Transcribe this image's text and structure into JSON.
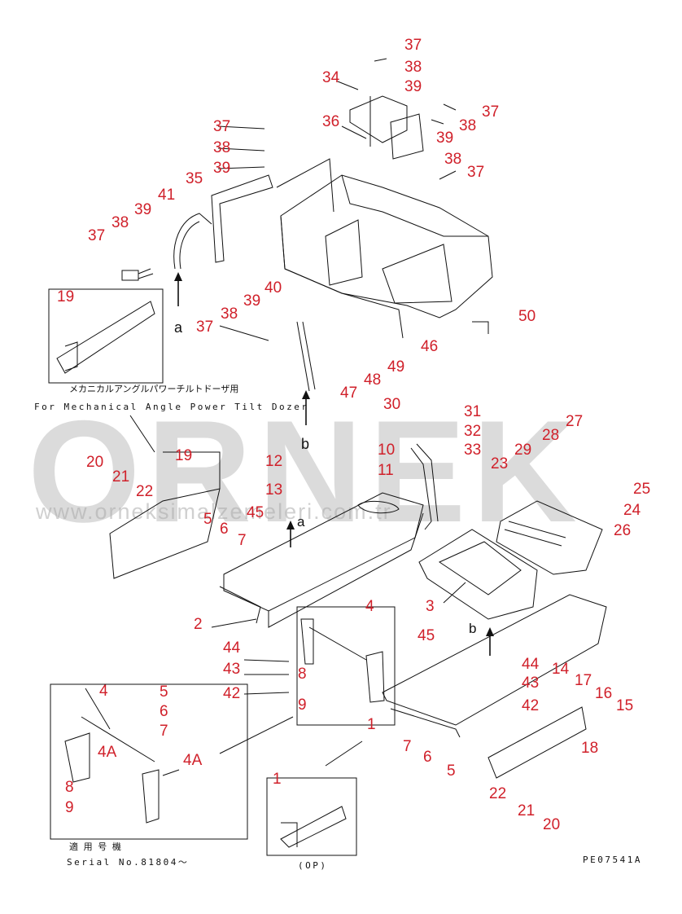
{
  "watermark": {
    "main": "ORNEK",
    "url": "www.orneksimalzemeleri.com.tr"
  },
  "notes": {
    "jp_variant": "メカニカルアングルパワーチルトドーザ用",
    "en_variant": "For Mechanical Angle Power Tilt Dozer",
    "jp_serial": "適 用 号 機",
    "serial": "Serial No.81804〜",
    "op": "(OP)",
    "drawing_code": "PE07541A"
  },
  "arrows": {
    "a": "a",
    "b": "b"
  },
  "callouts": {
    "c37a": "37",
    "c38a": "38",
    "c39a": "39",
    "c34": "34",
    "c36": "36",
    "c37b": "37",
    "c38b": "38",
    "c39b": "39",
    "c38c": "38",
    "c37c": "37",
    "c37d": "37",
    "c38d": "38",
    "c39d": "39",
    "c35": "35",
    "c41": "41",
    "c39e": "39",
    "c38e": "38",
    "c37e": "37",
    "c19a": "19",
    "c40": "40",
    "c39f": "39",
    "c38f": "38",
    "c37f": "37",
    "c46": "46",
    "c50": "50",
    "c47": "47",
    "c48": "48",
    "c49": "49",
    "c30": "30",
    "c31": "31",
    "c32": "32",
    "c33": "33",
    "c27": "27",
    "c28": "28",
    "c29": "29",
    "c23": "23",
    "c25": "25",
    "c24": "24",
    "c26": "26",
    "c10": "10",
    "c11": "11",
    "c12": "12",
    "c13": "13",
    "c45a": "45",
    "c20a": "20",
    "c21a": "21",
    "c22a": "22",
    "c19b": "19",
    "c5a": "5",
    "c6a": "6",
    "c7a": "7",
    "c2": "2",
    "c3": "3",
    "c4a": "4",
    "c45b": "45",
    "c44a": "44",
    "c43a": "43",
    "c42a": "42",
    "c8a": "8",
    "c9a": "9",
    "c1a": "1",
    "c44b": "44",
    "c43b": "43",
    "c42b": "42",
    "c14": "14",
    "c17": "17",
    "c16": "16",
    "c15": "15",
    "c7b": "7",
    "c6b": "6",
    "c5b": "5",
    "c18": "18",
    "c22b": "22",
    "c21b": "21",
    "c20b": "20",
    "c4b": "4",
    "c5c": "5",
    "c6c": "6",
    "c7c": "7",
    "c4Aa": "4A",
    "c4Ab": "4A",
    "c8b": "8",
    "c9b": "9",
    "c1b": "1"
  }
}
